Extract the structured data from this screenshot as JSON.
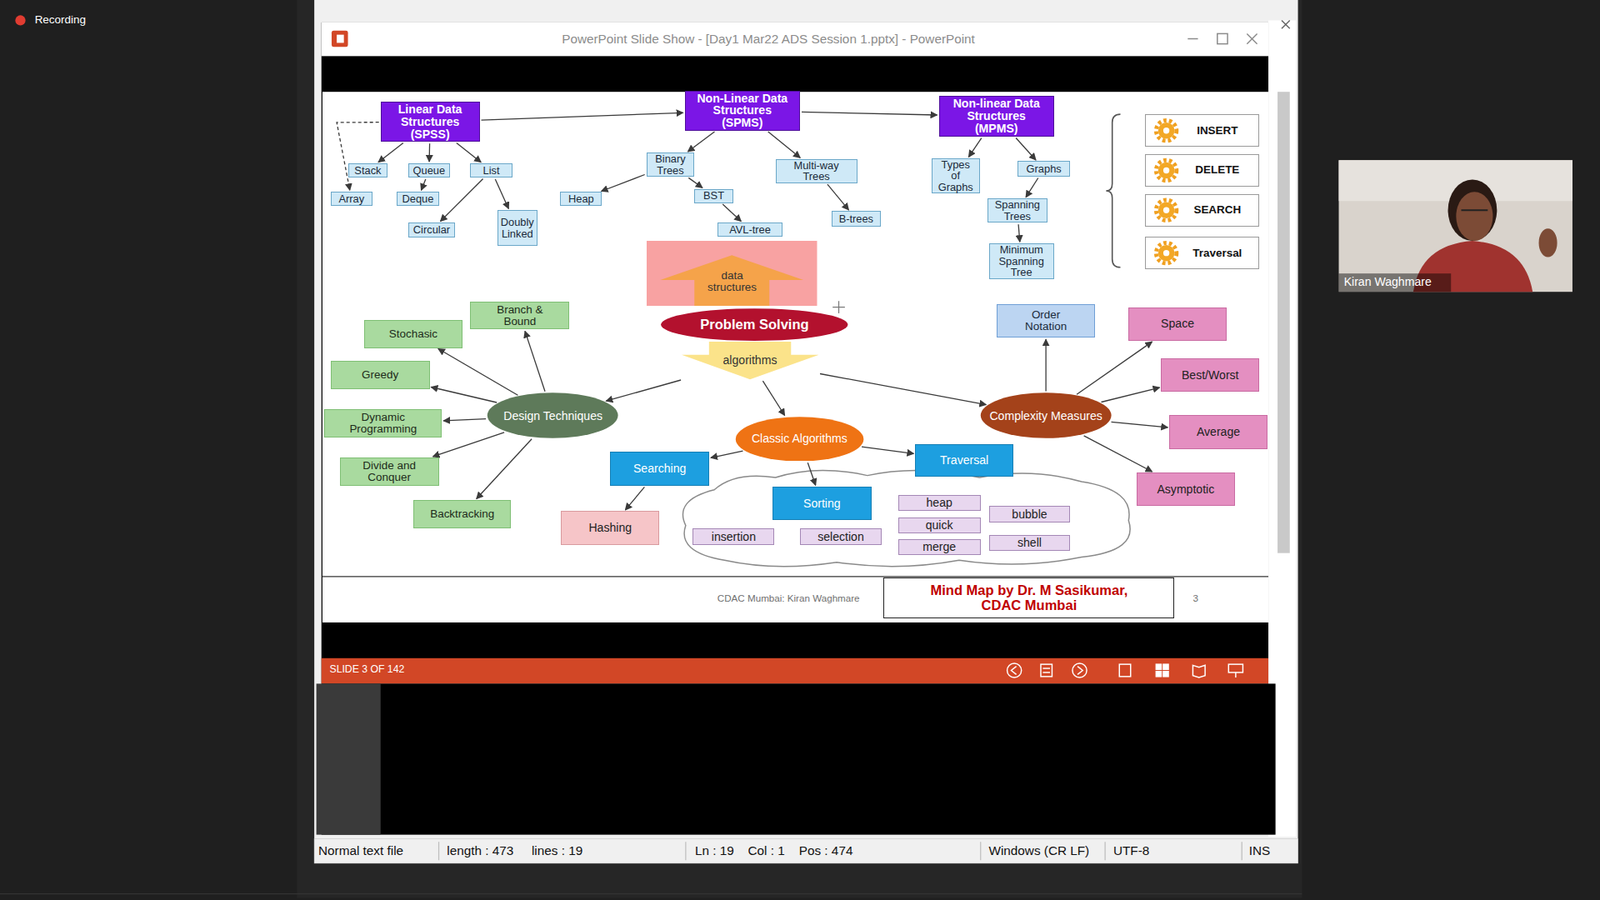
{
  "diagram": {
    "nodes": [
      {
        "text": [
          "Linear Data Structures (SPSS)"
        ]
      },
      {
        "text": [
          "Stack"
        ]
      },
      {
        "text": [
          "Queue"
        ]
      },
      {
        "text": [
          "List"
        ]
      },
      {
        "text": [
          "Array"
        ]
      },
      {
        "text": [
          "Deque"
        ]
      },
      {
        "text": [
          "Circular"
        ]
      },
      {
        "text": [
          "Doubly Linked"
        ]
      },
      {
        "text": [
          "Non-Linear Data Structures (SPMS)"
        ]
      },
      {
        "text": [
          "Binary Trees"
        ]
      },
      {
        "text": [
          "Multi-way Trees"
        ]
      },
      {
        "text": [
          "Heap"
        ]
      },
      {
        "text": [
          "BST"
        ]
      },
      {
        "text": [
          "AVL-tree"
        ]
      },
      {
        "text": [
          "B-trees"
        ]
      },
      {
        "text": [
          "Non-linear Data Structures (MPMS)"
        ]
      },
      {
        "text": [
          "Types of Graphs"
        ]
      },
      {
        "text": [
          "Graphs"
        ]
      },
      {
        "text": [
          "Spanning Trees"
        ]
      },
      {
        "text": [
          "Minimum Spanning Tree"
        ]
      },
      {
        "text": [
          "INSERT"
        ]
      },
      {
        "text": [
          "DELETE"
        ]
      },
      {
        "text": [
          "SEARCH"
        ]
      },
      {
        "text": [
          "Traversal"
        ]
      },
      {
        "text": [
          "data structures"
        ]
      },
      {
        "text": [
          "Problem Solving"
        ]
      },
      {
        "text": [
          "algorithms"
        ]
      },
      {
        "text": [
          "Order Notation"
        ]
      },
      {
        "text": [
          "Space"
        ]
      },
      {
        "text": [
          "Stochasic"
        ]
      },
      {
        "text": [
          "Branch & Bound"
        ]
      },
      {
        "text": [
          "Greedy"
        ]
      },
      {
        "text": [
          "Best/Worst"
        ]
      },
      {
        "text": [
          "Dynamic Programming"
        ]
      },
      {
        "text": [
          "Design Techniques"
        ]
      },
      {
        "text": [
          "Complexity Measures"
        ]
      },
      {
        "text": [
          "Average"
        ]
      },
      {
        "text": [
          "Classic Algorithms"
        ]
      },
      {
        "text": [
          "Traversal"
        ]
      },
      {
        "text": [
          "Searching"
        ]
      },
      {
        "text": [
          "Divide and Conquer"
        ]
      },
      {
        "text": [
          "Asymptotic"
        ]
      },
      {
        "text": [
          "Sorting"
        ]
      },
      {
        "text": [
          "heap"
        ]
      },
      {
        "text": [
          "bubble"
        ]
      },
      {
        "text": [
          "Backtracking"
        ]
      },
      {
        "text": [
          "Hashing"
        ]
      },
      {
        "text": [
          "quick"
        ]
      },
      {
        "text": [
          "insertion"
        ]
      },
      {
        "text": [
          "selection"
        ]
      },
      {
        "text": [
          "shell"
        ]
      },
      {
        "text": [
          "merge"
        ]
      },
      {
        "text": [
          "Mind Map by Dr. M Sasikumar, CDAC Mumbai"
        ]
      }
    ],
    "edges": [
      {
        "from": 0,
        "to": 8,
        "arrow": "to"
      },
      {
        "from": 8,
        "to": 15,
        "arrow": "to"
      },
      {
        "from": 0,
        "to": 1,
        "arrow": "to"
      },
      {
        "from": 0,
        "to": 2,
        "arrow": "to"
      },
      {
        "from": 0,
        "to": 3,
        "arrow": "to"
      },
      {
        "from": 0,
        "to": 4,
        "arrow": "to"
      },
      {
        "from": 2,
        "to": 5,
        "arrow": "to"
      },
      {
        "from": 3,
        "to": 6,
        "arrow": "to"
      },
      {
        "from": 3,
        "to": 7,
        "arrow": "to"
      },
      {
        "from": 8,
        "to": 9,
        "arrow": "to"
      },
      {
        "from": 8,
        "to": 10,
        "arrow": "to"
      },
      {
        "from": 9,
        "to": 11,
        "arrow": "to"
      },
      {
        "from": 9,
        "to": 12,
        "arrow": "to"
      },
      {
        "from": 12,
        "to": 13,
        "arrow": "to"
      },
      {
        "from": 10,
        "to": 14,
        "arrow": "to"
      },
      {
        "from": 15,
        "to": 16,
        "arrow": "to"
      },
      {
        "from": 15,
        "to": 17,
        "arrow": "to"
      },
      {
        "from": 17,
        "to": 18,
        "arrow": "to"
      },
      {
        "from": 18,
        "to": 19,
        "arrow": "to"
      },
      {
        "from": 26,
        "to": 34,
        "arrow": "to"
      },
      {
        "from": 26,
        "to": 37,
        "arrow": "to"
      },
      {
        "from": 26,
        "to": 35,
        "arrow": "to"
      },
      {
        "from": 34,
        "to": 30,
        "arrow": "to"
      },
      {
        "from": 34,
        "to": 29,
        "arrow": "to"
      },
      {
        "from": 34,
        "to": 31,
        "arrow": "to"
      },
      {
        "from": 34,
        "to": 33,
        "arrow": "to"
      },
      {
        "from": 34,
        "to": 40,
        "arrow": "to"
      },
      {
        "from": 34,
        "to": 45,
        "arrow": "to"
      },
      {
        "from": 35,
        "to": 27,
        "arrow": "to"
      },
      {
        "from": 35,
        "to": 28,
        "arrow": "to"
      },
      {
        "from": 35,
        "to": 32,
        "arrow": "to"
      },
      {
        "from": 35,
        "to": 36,
        "arrow": "to"
      },
      {
        "from": 35,
        "to": 41,
        "arrow": "to"
      },
      {
        "from": 37,
        "to": 39,
        "arrow": "to"
      },
      {
        "from": 37,
        "to": 38,
        "arrow": "to"
      },
      {
        "from": 37,
        "to": 42,
        "arrow": "to"
      },
      {
        "from": 39,
        "to": 46,
        "arrow": "to"
      }
    ],
    "labels": [
      "Recording",
      "PowerPoint Slide Show - [Day1 Mar22 ADS Session 1.pptx] - PowerPoint",
      "CDAC Mumbai: Kiran Waghmare",
      "3",
      "SLIDE 3 OF 142",
      "Kiran Waghmare",
      "Normal text file",
      "length : 473",
      "lines : 19",
      "Ln : 19",
      "Col : 1",
      "Pos : 474",
      "Windows (CR LF)",
      "UTF-8",
      "INS"
    ]
  }
}
